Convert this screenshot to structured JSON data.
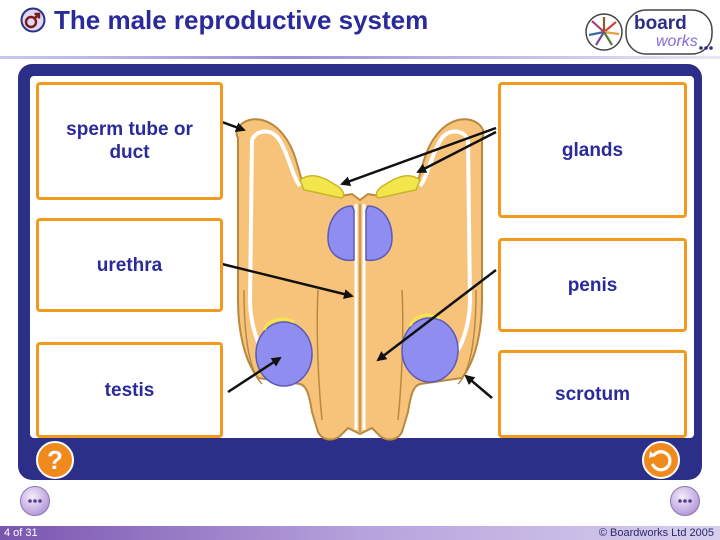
{
  "header": {
    "title": "The male reproductive system",
    "logo_word_1": "board",
    "logo_word_2": "works"
  },
  "labels": {
    "left": [
      "sperm tube or\nduct",
      "urethra",
      "testis"
    ],
    "right": [
      "glands",
      "penis",
      "scrotum"
    ]
  },
  "controls": {
    "help_symbol": "?"
  },
  "footer": {
    "page": "4 of 31",
    "copyright": "© Boardworks Ltd 2005"
  },
  "colors": {
    "frame": "#2c2f88",
    "label_border": "#f29a1e",
    "label_text": "#2a2a9a",
    "tissue": "#f7c27a",
    "testis": "#8f8ef0",
    "glands": "#f2e64a",
    "button": "#f08a1c"
  },
  "icons": {
    "title": "male-symbol-icon",
    "help": "question-mark-icon",
    "reset": "reset-arrow-icon",
    "previous": "previous-slide-icon",
    "next": "next-slide-icon"
  }
}
